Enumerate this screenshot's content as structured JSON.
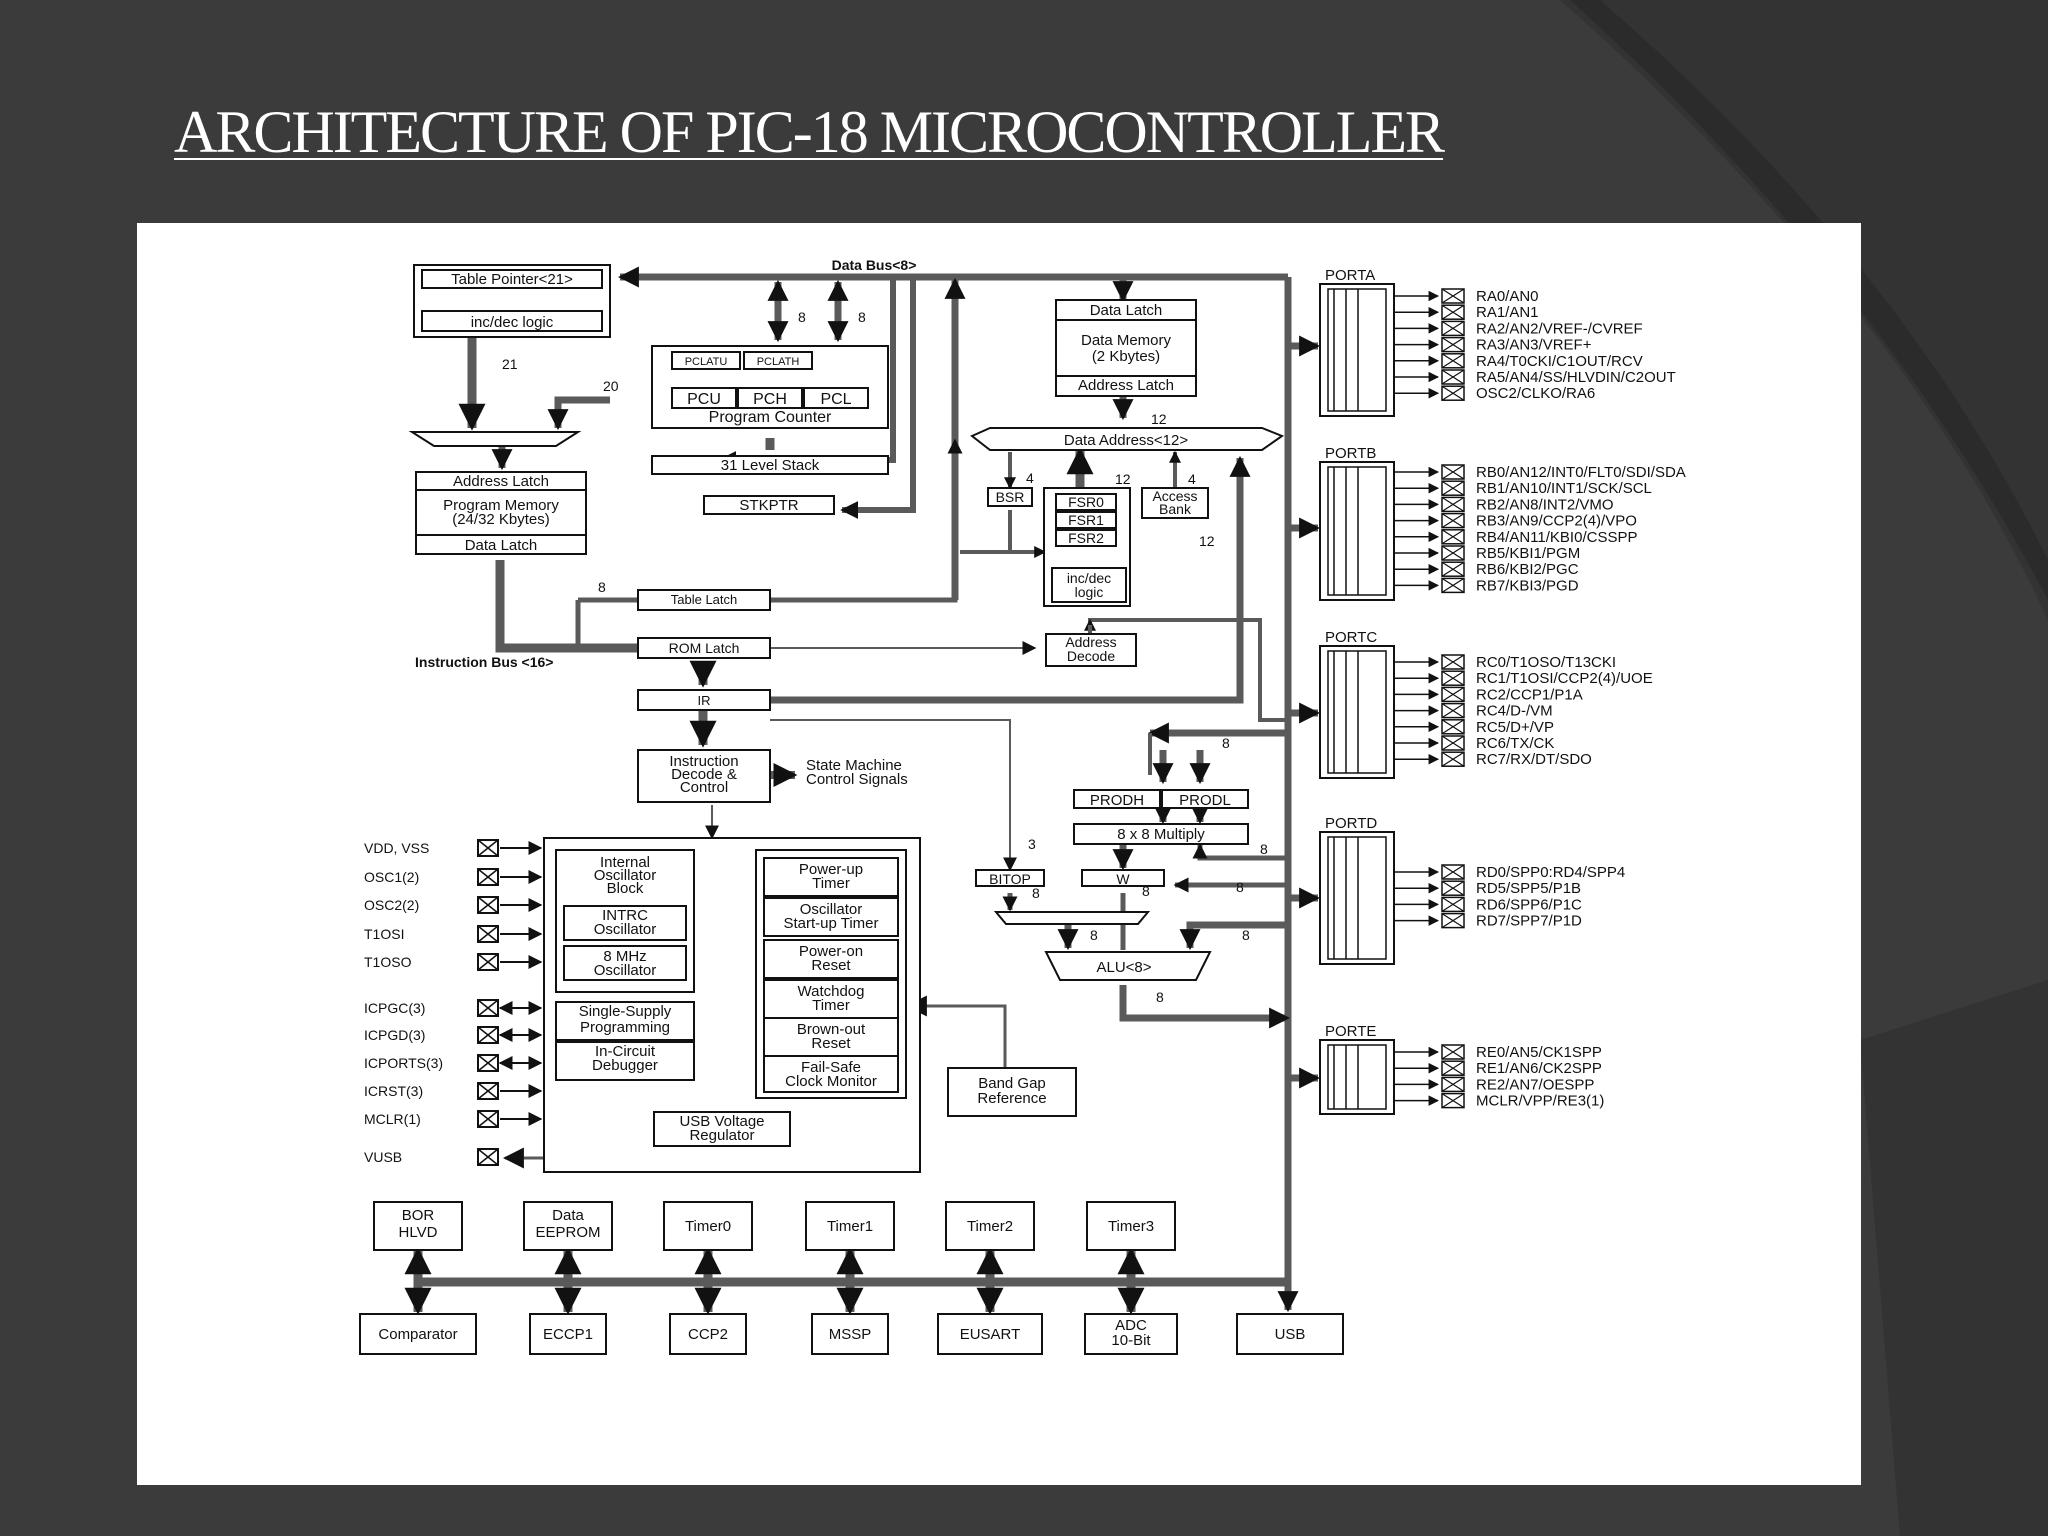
{
  "slide": {
    "title": "ARCHITECTURE OF PIC-18 MICROCONTROLLER",
    "colors": {
      "background": "#3b3b3b",
      "accent_shape": "#2e2e2e",
      "panel": "#ffffff",
      "ink": "#111111"
    }
  },
  "diagram": {
    "buses": {
      "data_bus": "Data Bus<8>",
      "instruction_bus": "Instruction Bus <16>",
      "data_address": "Data Address<12>"
    },
    "bus_widths": {
      "w21": "21",
      "w20": "20",
      "w8": "8",
      "w12": "12",
      "w4": "4",
      "w3": "3"
    },
    "blocks": {
      "table_pointer": "Table Pointer<21>",
      "inc_dec_logic": "inc/dec logic",
      "pclatu": "PCLATU",
      "pclath": "PCLATH",
      "pcu": "PCU",
      "pch": "PCH",
      "pcl": "PCL",
      "program_counter": "Program Counter",
      "level_stack": "31 Level Stack",
      "stkptr": "STKPTR",
      "address_latch": "Address Latch",
      "program_memory": "Program Memory",
      "program_memory_size": "(24/32 Kbytes)",
      "data_latch": "Data Latch",
      "table_latch": "Table Latch",
      "rom_latch": "ROM Latch",
      "ir": "IR",
      "instruction_decode_1": "Instruction",
      "instruction_decode_2": "Decode &",
      "instruction_decode_3": "Control",
      "state_machine_1": "State Machine",
      "state_machine_2": "Control Signals",
      "data_memory_latch": "Data Latch",
      "data_memory": "Data Memory",
      "data_memory_size": "(2 Kbytes)",
      "data_address_latch": "Address Latch",
      "bsr": "BSR",
      "fsr0": "FSR0",
      "fsr1": "FSR1",
      "fsr2": "FSR2",
      "fsr_inc_dec_1": "inc/dec",
      "fsr_inc_dec_2": "logic",
      "access_bank_1": "Access",
      "access_bank_2": "Bank",
      "address_decode_1": "Address",
      "address_decode_2": "Decode",
      "prodh": "PRODH",
      "prodl": "PRODL",
      "multiply": "8 x 8 Multiply",
      "bitop": "BITOP",
      "w_reg": "W",
      "alu": "ALU<8>",
      "internal_osc_1": "Internal",
      "internal_osc_2": "Oscillator",
      "internal_osc_3": "Block",
      "intrc_1": "INTRC",
      "intrc_2": "Oscillator",
      "mhz8_1": "8 MHz",
      "mhz8_2": "Oscillator",
      "single_supply_1": "Single-Supply",
      "single_supply_2": "Programming",
      "icd_1": "In-Circuit",
      "icd_2": "Debugger",
      "pwrt_1": "Power-up",
      "pwrt_2": "Timer",
      "ost_1": "Oscillator",
      "ost_2": "Start-up Timer",
      "por_1": "Power-on",
      "por_2": "Reset",
      "wdt_1": "Watchdog",
      "wdt_2": "Timer",
      "bor_1": "Brown-out",
      "bor_2": "Reset",
      "fscm_1": "Fail-Safe",
      "fscm_2": "Clock Monitor",
      "usb_reg_1": "USB Voltage",
      "usb_reg_2": "Regulator",
      "band_gap_1": "Band Gap",
      "band_gap_2": "Reference"
    },
    "left_pins": [
      "VDD, VSS",
      "OSC1(2)",
      "OSC2(2)",
      "T1OSI",
      "T1OSO",
      "ICPGC(3)",
      "ICPGD(3)",
      "ICPORTS(3)",
      "ICRST(3)",
      "MCLR(1)",
      "VUSB"
    ],
    "ports": [
      {
        "name": "PORTA",
        "pins": [
          "RA0/AN0",
          "RA1/AN1",
          "RA2/AN2/VREF-/CVREF",
          "RA3/AN3/VREF+",
          "RA4/T0CKI/C1OUT/RCV",
          "RA5/AN4/SS/HLVDIN/C2OUT",
          "OSC2/CLKO/RA6"
        ]
      },
      {
        "name": "PORTB",
        "pins": [
          "RB0/AN12/INT0/FLT0/SDI/SDA",
          "RB1/AN10/INT1/SCK/SCL",
          "RB2/AN8/INT2/VMO",
          "RB3/AN9/CCP2(4)/VPO",
          "RB4/AN11/KBI0/CSSPP",
          "RB5/KBI1/PGM",
          "RB6/KBI2/PGC",
          "RB7/KBI3/PGD"
        ]
      },
      {
        "name": "PORTC",
        "pins": [
          "RC0/T1OSO/T13CKI",
          "RC1/T1OSI/CCP2(4)/UOE",
          "RC2/CCP1/P1A",
          "RC4/D-/VM",
          "RC5/D+/VP",
          "RC6/TX/CK",
          "RC7/RX/DT/SDO"
        ]
      },
      {
        "name": "PORTD",
        "pins": [
          "RD0/SPP0:RD4/SPP4",
          "RD5/SPP5/P1B",
          "RD6/SPP6/P1C",
          "RD7/SPP7/P1D"
        ]
      },
      {
        "name": "PORTE",
        "pins": [
          "RE0/AN5/CK1SPP",
          "RE1/AN6/CK2SPP",
          "RE2/AN7/OESPP",
          "MCLR/VPP/RE3(1)"
        ]
      }
    ],
    "peripherals_top": [
      [
        "BOR",
        "HLVD"
      ],
      [
        "Data",
        "EEPROM"
      ],
      [
        "Timer0"
      ],
      [
        "Timer1"
      ],
      [
        "Timer2"
      ],
      [
        "Timer3"
      ]
    ],
    "peripherals_bottom": [
      [
        "Comparator"
      ],
      [
        "ECCP1"
      ],
      [
        "CCP2"
      ],
      [
        "MSSP"
      ],
      [
        "EUSART"
      ],
      [
        "ADC",
        "10-Bit"
      ],
      [
        "USB"
      ]
    ]
  }
}
